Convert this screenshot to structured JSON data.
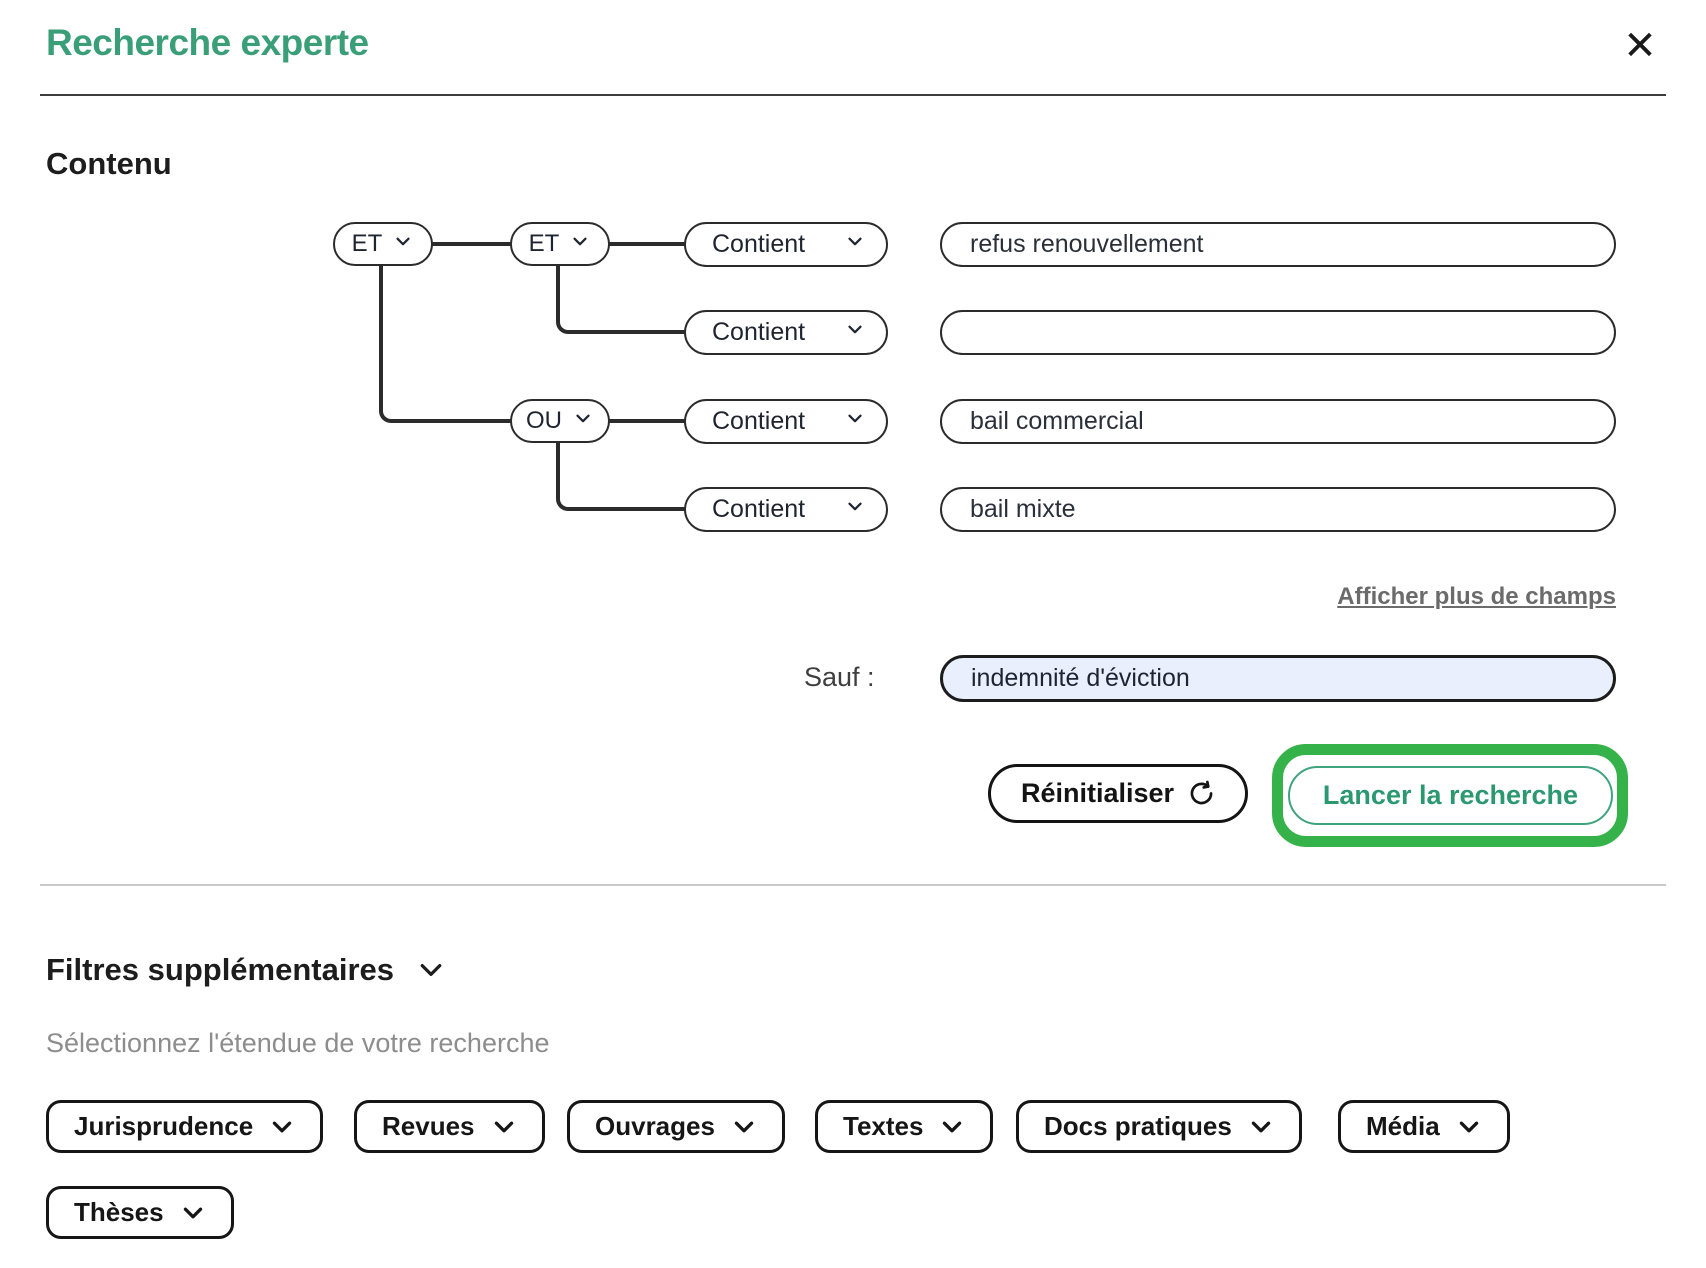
{
  "modal": {
    "title": "Recherche experte"
  },
  "icons": {
    "close": "✕",
    "chevron_down": "∨",
    "refresh": "⟳"
  },
  "content": {
    "heading": "Contenu",
    "operators": {
      "root": {
        "label": "ET"
      },
      "group1": {
        "label": "ET"
      },
      "group2": {
        "label": "OU"
      }
    },
    "rows": [
      {
        "field": "Contient",
        "value": "refus renouvellement"
      },
      {
        "field": "Contient",
        "value": ""
      },
      {
        "field": "Contient",
        "value": "bail commercial"
      },
      {
        "field": "Contient",
        "value": "bail mixte"
      }
    ],
    "more_fields_link": "Afficher plus de champs",
    "except_label": "Sauf :",
    "except_value": "indemnité d'éviction",
    "reset_button": "Réinitialiser",
    "search_button": "Lancer la recherche"
  },
  "filters": {
    "heading": "Filtres supplémentaires",
    "subtitle": "Sélectionnez l'étendue de votre recherche",
    "chips": [
      "Jurisprudence",
      "Revues",
      "Ouvrages",
      "Textes",
      "Docs pratiques",
      "Média",
      "Thèses"
    ]
  },
  "colors": {
    "title_green": "#3a9e78",
    "search_button_green": "#2c9871",
    "annotation_green": "#36b24a",
    "except_field_bg": "#e9effc",
    "link_gray": "#6b6b6b"
  }
}
